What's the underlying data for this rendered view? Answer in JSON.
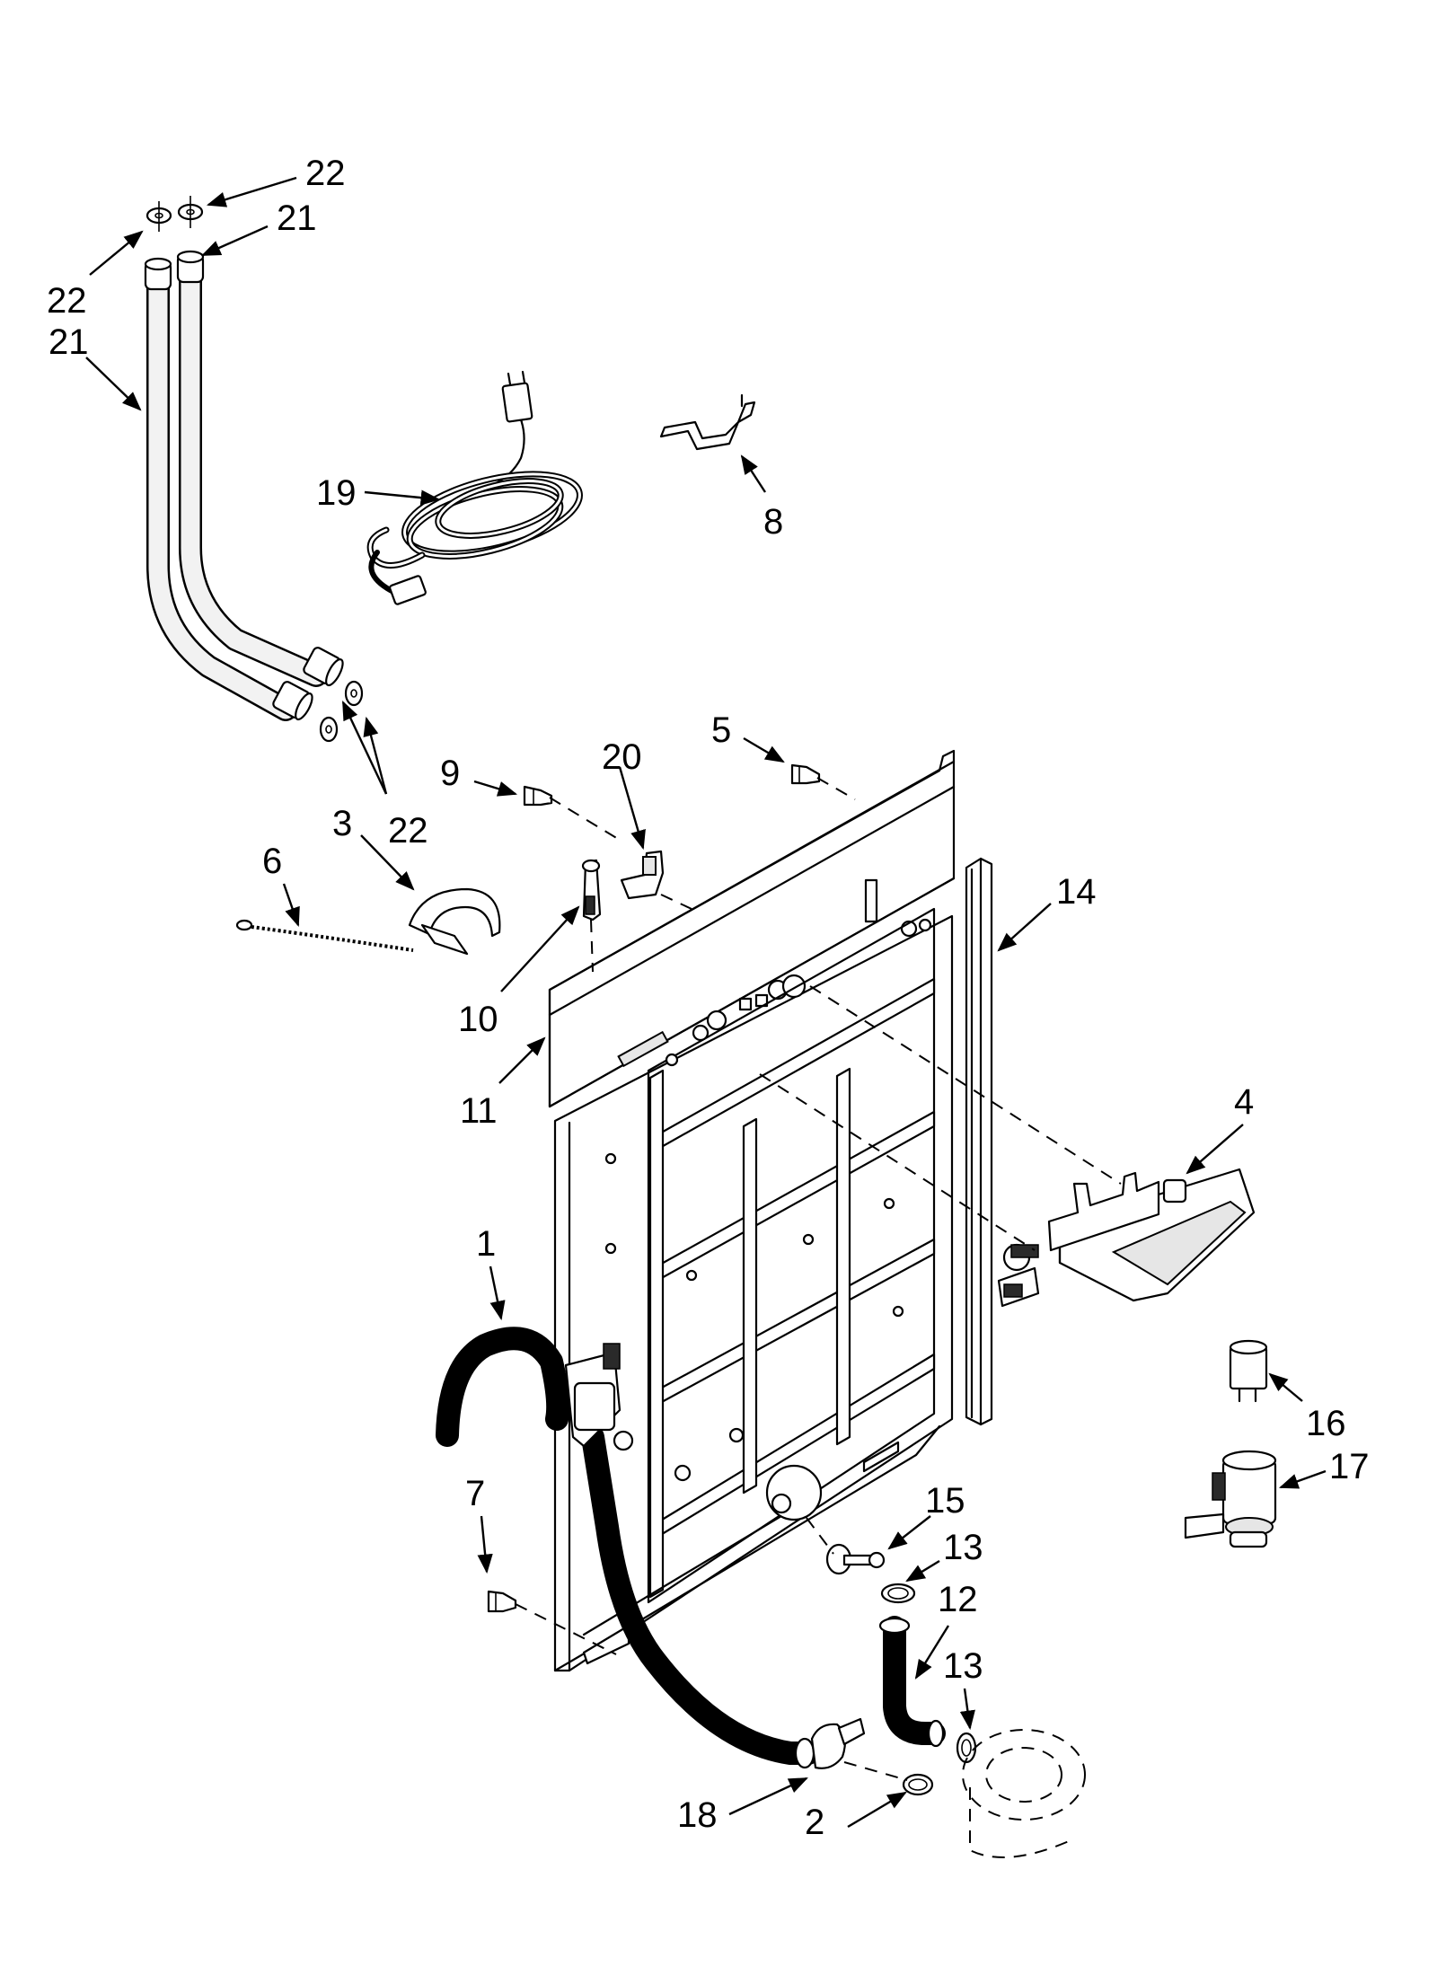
{
  "diagram": {
    "callouts": [
      {
        "id": "c22a",
        "label": "22"
      },
      {
        "id": "c21a",
        "label": "21"
      },
      {
        "id": "c22b",
        "label": "22"
      },
      {
        "id": "c21b",
        "label": "21"
      },
      {
        "id": "c19",
        "label": "19"
      },
      {
        "id": "c8",
        "label": "8"
      },
      {
        "id": "c5",
        "label": "5"
      },
      {
        "id": "c9",
        "label": "9"
      },
      {
        "id": "c20",
        "label": "20"
      },
      {
        "id": "c3",
        "label": "3"
      },
      {
        "id": "c22c",
        "label": "22"
      },
      {
        "id": "c6",
        "label": "6"
      },
      {
        "id": "c14",
        "label": "14"
      },
      {
        "id": "c10",
        "label": "10"
      },
      {
        "id": "c11",
        "label": "11"
      },
      {
        "id": "c4",
        "label": "4"
      },
      {
        "id": "c1",
        "label": "1"
      },
      {
        "id": "c16",
        "label": "16"
      },
      {
        "id": "c17",
        "label": "17"
      },
      {
        "id": "c7",
        "label": "7"
      },
      {
        "id": "c15",
        "label": "15"
      },
      {
        "id": "c13a",
        "label": "13"
      },
      {
        "id": "c12",
        "label": "12"
      },
      {
        "id": "c13b",
        "label": "13"
      },
      {
        "id": "c18",
        "label": "18"
      },
      {
        "id": "c2",
        "label": "2"
      }
    ]
  }
}
